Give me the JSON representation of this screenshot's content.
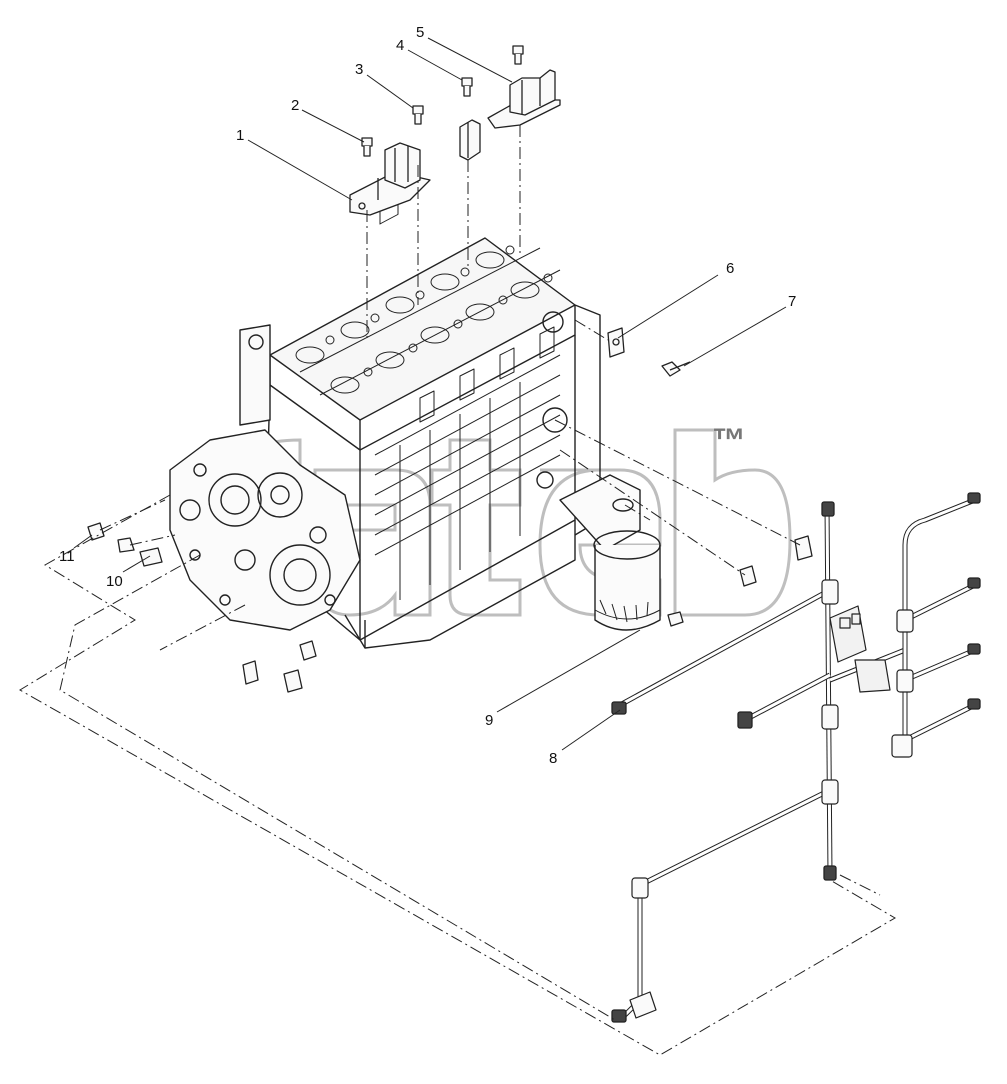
{
  "diagram": {
    "callouts": [
      {
        "label": "1"
      },
      {
        "label": "2"
      },
      {
        "label": "3"
      },
      {
        "label": "4"
      },
      {
        "label": "5"
      },
      {
        "label": "6"
      },
      {
        "label": "7"
      },
      {
        "label": "8"
      },
      {
        "label": "9"
      },
      {
        "label": "10"
      },
      {
        "label": "11"
      }
    ],
    "watermark": {
      "mark": "™"
    }
  },
  "colors": {
    "line": "#222222",
    "watermark": "#777777",
    "background": "#ffffff"
  }
}
